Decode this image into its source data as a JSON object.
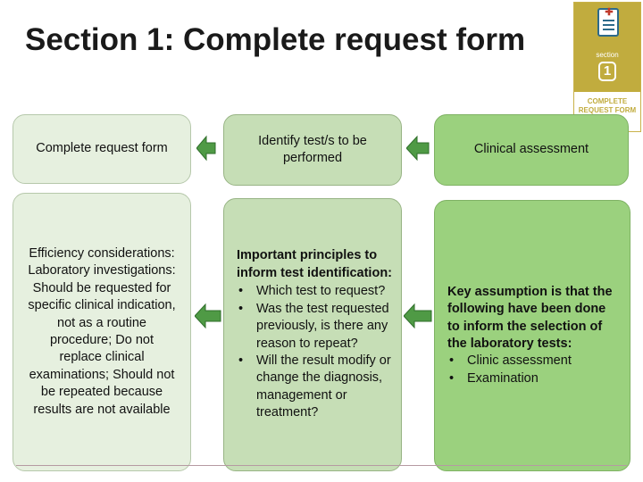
{
  "title": "Section 1: Complete request form",
  "badge": {
    "section_word": "section",
    "number": "1",
    "label_line1": "COMPLETE",
    "label_line2": "REQUEST FORM"
  },
  "boxes": {
    "complete_request_form": "Complete request form",
    "identify_tests": "Identify test/s to be performed",
    "clinical_assessment": "Clinical assessment",
    "efficiency": "Efficiency considerations: Laboratory investigations: Should be requested for specific clinical indication, not as a routine procedure; Do not replace clinical examinations; Should not be repeated because results are not available",
    "principles": {
      "heading": "Important principles to inform test identification:",
      "bullets": [
        "Which test to request?",
        "Was the test requested previously, is there any reason to repeat?",
        "Will the result modify or change the diagnosis, management or treatment?"
      ]
    },
    "assumption": {
      "heading": "Key assumption is that the following have been done to inform the selection of the laboratory tests:",
      "bullets": [
        "Clinic assessment",
        "Examination"
      ]
    }
  },
  "colors": {
    "light_box": "#e6f0df",
    "mid_box": "#c6deb6",
    "dark_box": "#9bd17e",
    "arrow": "#3f8f3a",
    "badge_gold": "#c1ac3e"
  }
}
